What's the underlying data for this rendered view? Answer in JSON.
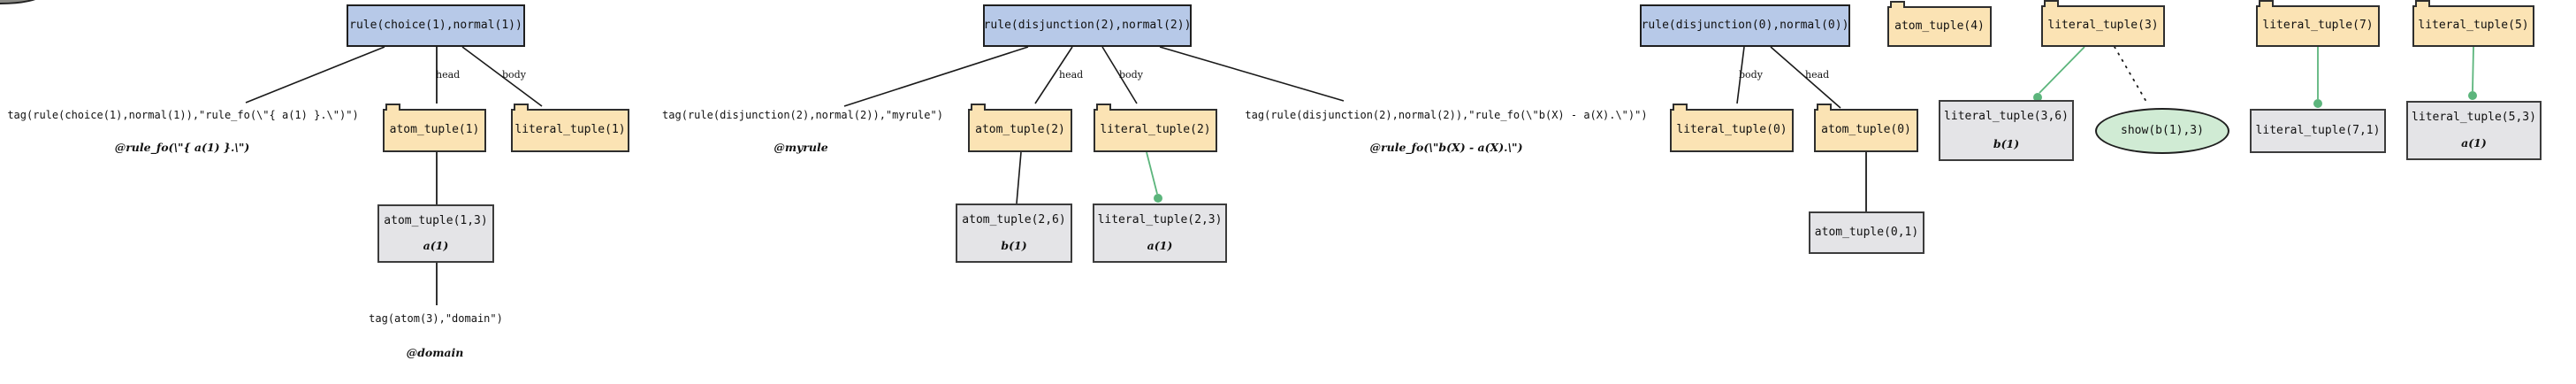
{
  "labels": {
    "head": "head",
    "body": "body"
  },
  "colors": {
    "rule_fill": "#b7c9e8",
    "tuple_fill": "#fbe3b4",
    "record_fill": "#e4e4e7",
    "show_fill": "#d0ebd4",
    "green_edge": "#5cb57c",
    "edge": "#1a1a1a"
  },
  "nodes": {
    "rule_choice_1": {
      "label": "rule(choice(1),normal(1))"
    },
    "atom_tuple_1": {
      "label": "atom_tuple(1)"
    },
    "literal_tuple_1": {
      "label": "literal_tuple(1)"
    },
    "atom_tuple_1_3": {
      "label": "atom_tuple(1,3)",
      "sublabel": "a(1)"
    },
    "rule_disjunction_2": {
      "label": "rule(disjunction(2),normal(2))"
    },
    "atom_tuple_2": {
      "label": "atom_tuple(2)"
    },
    "literal_tuple_2": {
      "label": "literal_tuple(2)"
    },
    "atom_tuple_2_6": {
      "label": "atom_tuple(2,6)",
      "sublabel": "b(1)"
    },
    "literal_tuple_2_3": {
      "label": "literal_tuple(2,3)",
      "sublabel": "a(1)"
    },
    "rule_disjunction_0": {
      "label": "rule(disjunction(0),normal(0))"
    },
    "literal_tuple_0": {
      "label": "literal_tuple(0)"
    },
    "atom_tuple_0": {
      "label": "atom_tuple(0)"
    },
    "atom_tuple_0_1": {
      "label": "atom_tuple(0,1)"
    },
    "atom_tuple_4": {
      "label": "atom_tuple(4)"
    },
    "literal_tuple_3": {
      "label": "literal_tuple(3)"
    },
    "literal_tuple_3_6": {
      "label": "literal_tuple(3,6)",
      "sublabel": "b(1)"
    },
    "show_b_1_3": {
      "label": "show(b(1),3)"
    },
    "literal_tuple_7": {
      "label": "literal_tuple(7)"
    },
    "literal_tuple_7_1": {
      "label": "literal_tuple(7,1)"
    },
    "literal_tuple_5": {
      "label": "literal_tuple(5)"
    },
    "literal_tuple_5_3": {
      "label": "literal_tuple(5,3)",
      "sublabel": "a(1)"
    }
  },
  "annotations": {
    "tag_rule_choice_1": {
      "line": "tag(rule(choice(1),normal(1)),\"rule_fo(\\\"{ a(1) }.\\\")\")",
      "emph": "@rule_fo(\\\"{ a(1) }.\\\")"
    },
    "tag_rule_disjunction_2a": {
      "line": "tag(rule(disjunction(2),normal(2)),\"myrule\")",
      "emph": "@myrule"
    },
    "tag_rule_disjunction_2b": {
      "line": "tag(rule(disjunction(2),normal(2)),\"rule_fo(\\\"b(X) - a(X).\\\")\")",
      "emph": "@rule_fo(\\\"b(X) - a(X).\\\")"
    },
    "tag_atom_3": {
      "line": "tag(atom(3),\"domain\")",
      "emph": "@domain"
    }
  }
}
